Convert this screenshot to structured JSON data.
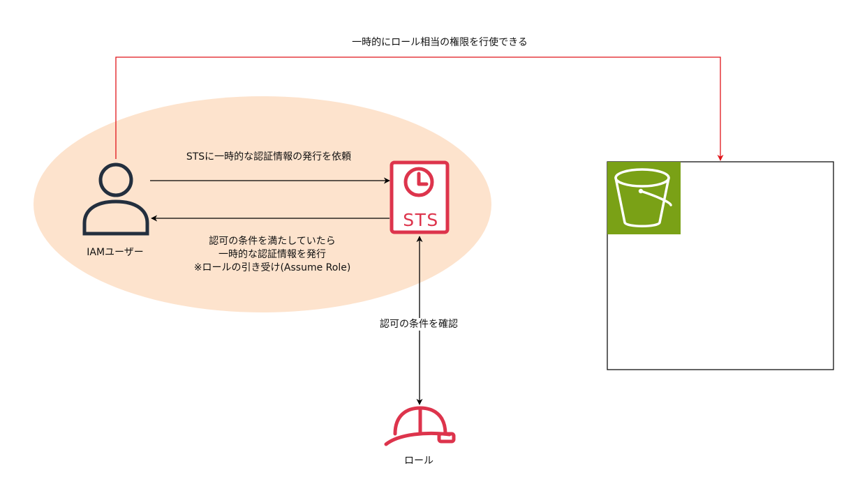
{
  "labels": {
    "top_arrow": "一時的にロール相当の権限を行使できる",
    "request_arrow": "STSに一時的な認証情報の発行を依頼",
    "response_arrow": [
      "認可の条件を満たしていたら",
      "一時的な認証情報を発行",
      "※ロールの引き受け(Assume Role)"
    ],
    "confirm_arrow": "認可の条件を確認",
    "user": "IAMユーザー",
    "role": "ロール"
  },
  "icons": {
    "user": "iam-user-icon",
    "sts": "sts-clock-icon",
    "sts_text": "STS",
    "role": "hardhat-role-icon",
    "bucket": "s3-bucket-icon"
  },
  "colors": {
    "ellipse_fill": "#fde3cd",
    "sts_red": "#dd344c",
    "s3_green": "#7aa116",
    "user_dark": "#232f3e",
    "arrow_red": "#e0151a",
    "arrow_black": "#000000"
  }
}
